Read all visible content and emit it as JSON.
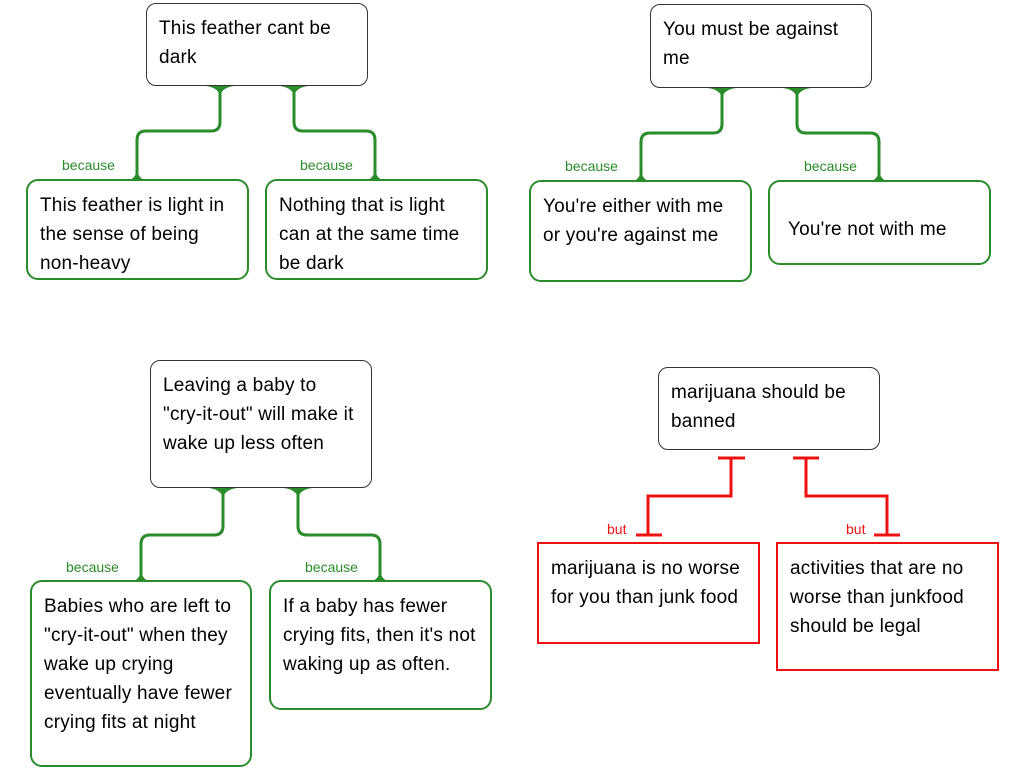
{
  "diagrams": [
    {
      "claim": "This feather cant be dark",
      "premises": [
        {
          "label": "because",
          "text": "This feather is light in the sense of being non-heavy"
        },
        {
          "label": "because",
          "text": "Nothing that is light can at the same time be dark"
        }
      ]
    },
    {
      "claim": "You must be against me",
      "premises": [
        {
          "label": "because",
          "text": "You're either with me or you're against me"
        },
        {
          "label": "because",
          "text": "You're not with me"
        }
      ]
    },
    {
      "claim": "Leaving a baby to \"cry-it-out\" will make it wake up less often",
      "premises": [
        {
          "label": "because",
          "text": "Babies who are left to \"cry-it-out\" when they wake up crying eventually have fewer crying fits at night"
        },
        {
          "label": "because",
          "text": "If a baby has fewer crying fits, then it's not waking up as often."
        }
      ]
    },
    {
      "claim": "marijuana should be banned",
      "objections": [
        {
          "label": "but",
          "text": "marijuana is no worse for you than junk food"
        },
        {
          "label": "but",
          "text": "activities that are no worse than junkfood should be legal"
        }
      ]
    }
  ],
  "colors": {
    "support": "#2a8c2a",
    "objection": "#ee1111",
    "claim_border": "#333333"
  }
}
